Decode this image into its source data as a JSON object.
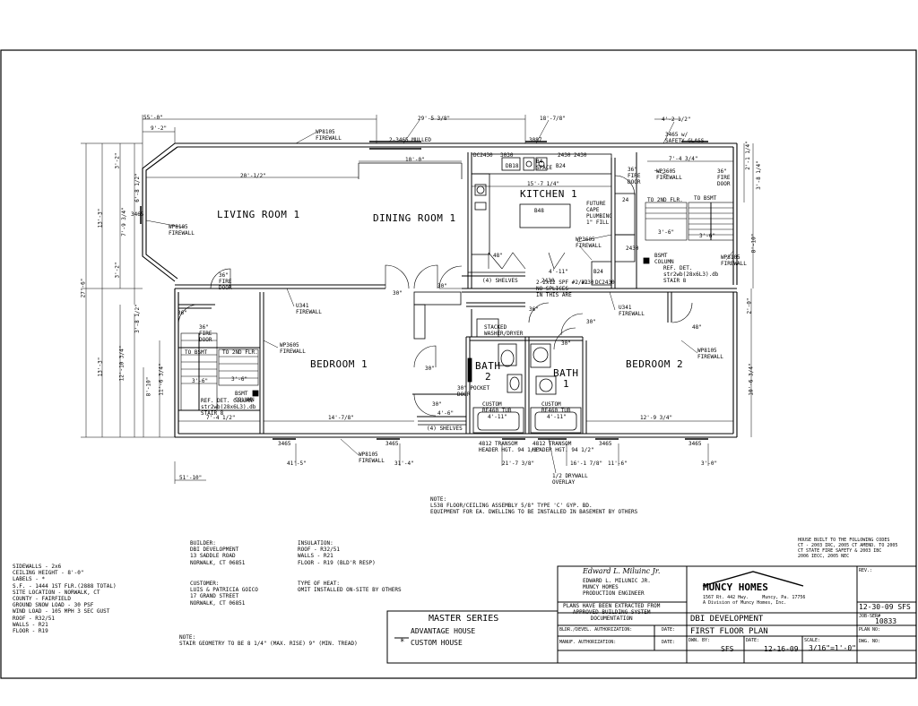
{
  "rooms": {
    "living": "LIVING ROOM 1",
    "dining": "DINING ROOM 1",
    "kitchen": "KITCHEN 1",
    "bedroom1": "BEDROOM 1",
    "bedroom2": "BEDROOM 2",
    "bath2": "BATH",
    "bath2_num": "2",
    "bath1": "BATH",
    "bath1_num": "1"
  },
  "dims_top": {
    "d55": "55'-0\"",
    "d92": "9'-2\"",
    "d2953": "29'-5 3/8\"",
    "d1878": "18'-7/8\"",
    "d4212": "4'-2 1/2\"",
    "mulled": "2-3465 MULLED",
    "w3087": "3087",
    "safety": "3465 w/\nSAFETY GLASS",
    "d1000": "10'-0\"",
    "d2012": "20'-1/2\"",
    "d15714": "15'-7 1/4\"",
    "d7434": "7'-4 3/4\""
  },
  "dims_left": {
    "d276": "27'-6\"",
    "d133a": "13'-3\"",
    "d133b": "13'-3\"",
    "d32a": "3'-2\"",
    "d6812": "6'-8 1/2\"",
    "d7934": "7'-9 3/4\"",
    "d32b": "3'-2\"",
    "d3812": "3'-8 1/2\"",
    "d121034": "12'-10 3/4\"",
    "d810": "8'-10\"",
    "d11634": "11'-6 3/4\""
  },
  "dims_right": {
    "d2114": "2'-1 1/4\"",
    "d3814": "3'-8 1/4\"",
    "d810": "8'-10\"",
    "d20": "2'-0\"",
    "d10634": "10'-6 3/4\""
  },
  "dims_bottom": {
    "d5110": "51'-10\"",
    "d415": "41'-5\"",
    "d314": "31'-4\"",
    "d21738": "21'-7 3/8\"",
    "d16178": "16'-1 7/8\"",
    "d116": "11'-6\"",
    "d30": "3'-0\"",
    "d7412": "7'-4 1/2\"",
    "d14778": "14'-7/8\"",
    "d12934": "12'-9 3/4\"",
    "w3465a": "3465",
    "w3465b": "3465",
    "w3465c": "3465",
    "w3465d": "3465",
    "transom1": "4812 TRANSOM\nHEADER HGT. 94 1/2\"",
    "transom2": "4812 TRANSOM\nHEADER HGT. 94 1/2\"",
    "drywall": "1/2 DRYWALL\nOVERLAY"
  },
  "labels": {
    "wp_firewall_top": "WP8105\nFIREWALL",
    "wp_firewall_left": "WP8105\nFIREWALL",
    "u341_a": "U341\nFIREWALL",
    "u341_b": "U341\nFIREWALL",
    "wp3605_a": "WP3605\nFIREWALL",
    "wp3605_b": "WP3605\nFIREWALL",
    "wp3605_c": "WP3605\nFIREWALL",
    "wp8105_c": "WP8105\nFIREWALL",
    "wp8105_d": "WP8105\nFIREWALL",
    "wp8105_e": "WP8105\nFIREWALL",
    "fire_door_a": "36\"\nFIRE\nDOOR",
    "fire_door_b": "36\"\nFIRE\nDOOR",
    "fire_door_c": "36\"\nFIRE\nDOOR",
    "fire_door_d": "36\"\nFIRE\nDOOR",
    "to_bsmt_a": "TO BSMT",
    "to_2nd_a": "TO 2ND FLR.",
    "to_bsmt_b": "TO BSMT",
    "to_2nd_b": "TO 2ND FLR.",
    "d36a": "3'-6\"",
    "d36b": "3'-6\"",
    "d36c": "3'-6\"",
    "d36d": "3'-6\"",
    "bsmt_col_a": "BSMT\nCOLUMN",
    "refdet_a": "REF. DET.\nstr2wb(28x6L3).db\nSTAIR 8",
    "bsmt_col_b": "BSMT\nCOLUMN",
    "refdet_b": "REF. DET. COLUMN\nstr2wb(28x6L3).db\nSTAIR 8",
    "future_cap": "FUTURE\nCAPE\nPLUMBING\n1\" FILL",
    "beam": "2-2x12 SPF #2/#1\nNO SPLICES\nIN THIS ARE",
    "shelves_a": "(4) SHELVES",
    "shelves_b": "(4) SHELVES",
    "stacked": "STACKED\nWASHER/DRYER",
    "pocket": "30\" POCKET\nDOOR",
    "tub_a": "CUSTOM\nRE460 TUB",
    "tub_b": "CUSTOM\nRE460 TUB",
    "d4811a": "4'-11\"",
    "d4811b": "4'-11\"",
    "d4811c": "4'-11\"",
    "d46": "4'-6\"",
    "d48a": "48\"",
    "d48b": "48\"",
    "d30a": "30\"",
    "d30b": "30\"",
    "d30c": "30\"",
    "d30d": "30\"",
    "d30e": "30\"",
    "d30f": "30\"",
    "d36e": "36\"",
    "d36f": "36\"",
    "b48": "B48",
    "b24a": "B24",
    "b24b": "B24",
    "w2430a": "2430",
    "w2430b": "2430",
    "w2430c": "2430",
    "dc2430a": "DC2430",
    "dc2430b": "DC2430",
    "w3030": "3030",
    "db18": "DB18",
    "w1230": "1230",
    "b24space": "B4\nSPACE",
    "w2430d": "2430",
    "t24": "24",
    "w3465side": "3465"
  },
  "note1": "NOTE:\nL538 FLOOR/CEILING ASSEMBLY 5/8\" TYPE 'C' GYP. BD.\nEQUIPMENT FOR EA. DWELLING TO BE INSTALLED IN BASEMENT BY OTHERS",
  "codes": "HOUSE BUILT TO THE FOLLOWING CODES\nCT - 2003 IRC, 2005 CT AMEND. TO 2005\nCT STATE FIRE SAFETY & 2003 IBC\n2006 IECC, 2005 NEC",
  "specs": "SIDEWALLS - 2x6\nCEILING HEIGHT - 8'-0\"\nLABELS - *\nS.F. - 1444 1ST FLR.(2888 TOTAL)\nSITE LOCATION - NORWALK, CT\nCOUNTY - FAIRFIELD\nGROUND SNOW LOAD - 30 PSF\nWIND LOAD - 105 MPH 3 SEC GUST\nROOF - R32/51\nWALLS - R21\nFLOOR - R19",
  "builder": "BUILDER:\nDBI DEVELOPMENT\n13 SADDLE ROAD\nNORWALK, CT 06851",
  "customer": "CUSTOMER:\nLUIS & PATRICIA GOICO\n17 GRAND STREET\nNORWALK, CT 06851",
  "insulation": "INSULATION:\nROOF - R32/51\nWALLS - R21\nFLOOR - R19 (BLD'R RESP)",
  "heat": "TYPE OF HEAT:\nOMIT INSTALLED ON-SITE BY OTHERS",
  "stair_note": "NOTE:\nSTAIR GEOMETRY TO BE 8 1/4\" (MAX. RISE) 9\" (MIN. TREAD)",
  "master": {
    "title": "MASTER SERIES",
    "advantage": "ADVANTAGE HOUSE",
    "custom_mark": "*",
    "custom": "CUSTOM HOUSE"
  },
  "titleblock": {
    "signature": "Edward L. Miluinc Jr.",
    "engineer": "EDWARD L. MILUNIC JR.\nMUNCY HOMES\nPRODUCTION ENGINEER",
    "company": "MUNCY HOMES",
    "address": "1567 Rt. 442 Hwy.     Muncy, Pa. 17756\nA Division of Muncy Homes, Inc.",
    "approved": "PLANS HAVE BEEN EXTRACTED FROM\nAPPROVED BUILDING SYSTEM\nDOCUMENTATION",
    "bldr_auth": "BLDR./DEVEL. AUTHORIZATION:",
    "date1": "DATE:",
    "manuf_auth": "MANUF. AUTHORIZATION:",
    "date2": "DATE:",
    "project": "DBI DEVELOPMENT",
    "sheet_title": "FIRST FLOOR PLAN",
    "dwn_by_label": "DWN. BY:",
    "dwn_by": "SFS",
    "date_label": "DATE:",
    "date": "12-16-09",
    "scale_label": "SCALE:",
    "scale": "3/16\"=1'-0\"",
    "rev_label": "REV.:",
    "rev": "12-30-09 SFS",
    "job_label": "JOB-SER#",
    "job": "10833",
    "plan_label": "PLAN NO:",
    "dwg_label": "DWG. NO:"
  }
}
